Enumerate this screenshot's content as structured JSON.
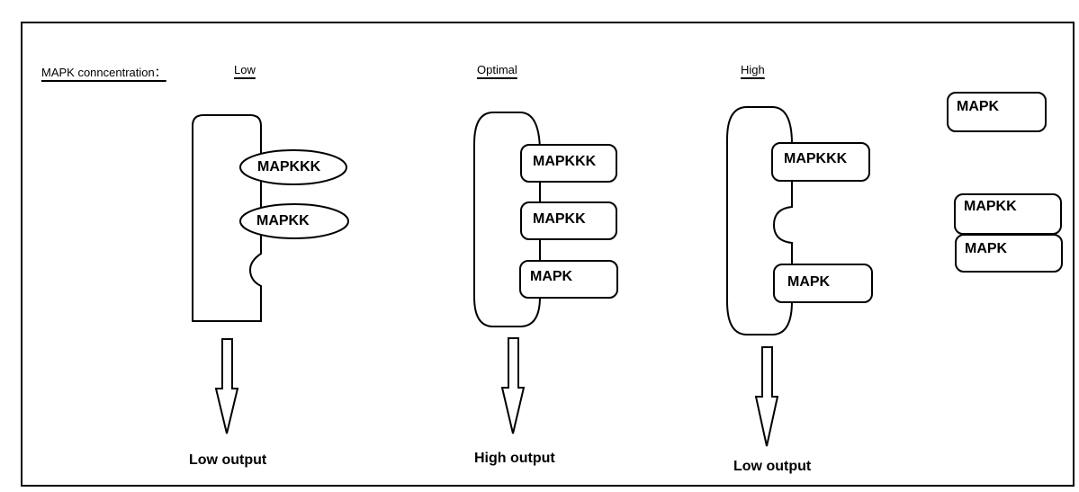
{
  "header": {
    "concentration_label": "MAPK conncentration：",
    "levels": [
      "Low",
      "Optimal",
      "High"
    ]
  },
  "low_panel": {
    "components": [
      "MAPKKK",
      "MAPKK"
    ],
    "output": "Low output"
  },
  "optimal_panel": {
    "components": [
      "MAPKKK",
      "MAPKK",
      "MAPK"
    ],
    "output": "High output"
  },
  "high_panel": {
    "components": [
      "MAPKKK",
      "MAPK"
    ],
    "output": "Low output"
  },
  "free_molecules": {
    "single": "MAPK",
    "complex": [
      "MAPKK",
      "MAPK"
    ]
  },
  "colors": {
    "stroke": "#000000",
    "background": "#ffffff"
  }
}
